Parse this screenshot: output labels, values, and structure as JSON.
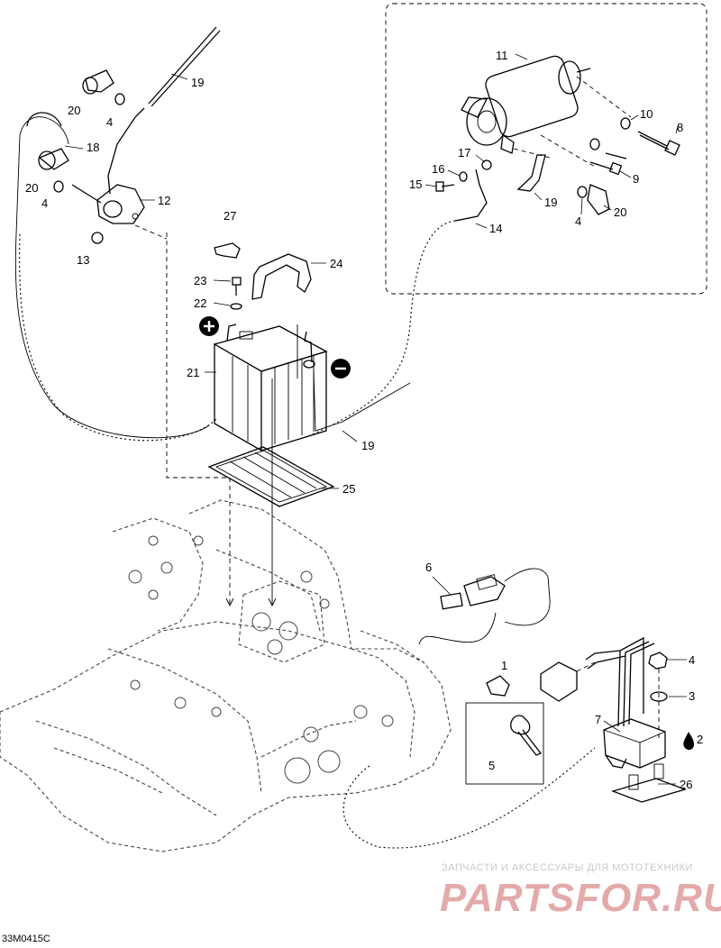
{
  "diagram": {
    "code": "33M0415C",
    "watermark": {
      "tagline": "ЗАПЧАСТИ И АКСЕССУАРЫ ДЛЯ МОТОТЕХНИКИ",
      "brand": "PARTSFOR.RU"
    },
    "polarity": {
      "positive": "+",
      "negative": "−"
    },
    "callouts": [
      {
        "id": "1",
        "label": "1"
      },
      {
        "id": "2",
        "label": "2"
      },
      {
        "id": "3",
        "label": "3"
      },
      {
        "id": "4a",
        "label": "4"
      },
      {
        "id": "4b",
        "label": "4"
      },
      {
        "id": "4c",
        "label": "4"
      },
      {
        "id": "4d",
        "label": "4"
      },
      {
        "id": "5",
        "label": "5"
      },
      {
        "id": "6",
        "label": "6"
      },
      {
        "id": "7",
        "label": "7"
      },
      {
        "id": "8",
        "label": "8"
      },
      {
        "id": "9",
        "label": "9"
      },
      {
        "id": "10",
        "label": "10"
      },
      {
        "id": "11",
        "label": "11"
      },
      {
        "id": "12",
        "label": "12"
      },
      {
        "id": "13",
        "label": "13"
      },
      {
        "id": "14",
        "label": "14"
      },
      {
        "id": "15",
        "label": "15"
      },
      {
        "id": "16",
        "label": "16"
      },
      {
        "id": "17",
        "label": "17"
      },
      {
        "id": "18",
        "label": "18"
      },
      {
        "id": "19a",
        "label": "19"
      },
      {
        "id": "19b",
        "label": "19"
      },
      {
        "id": "19c",
        "label": "19"
      },
      {
        "id": "20a",
        "label": "20"
      },
      {
        "id": "20b",
        "label": "20"
      },
      {
        "id": "20c",
        "label": "20"
      },
      {
        "id": "21",
        "label": "21"
      },
      {
        "id": "22",
        "label": "22"
      },
      {
        "id": "23",
        "label": "23"
      },
      {
        "id": "24",
        "label": "24"
      },
      {
        "id": "25",
        "label": "25"
      },
      {
        "id": "26",
        "label": "26"
      },
      {
        "id": "27",
        "label": "27"
      }
    ]
  }
}
